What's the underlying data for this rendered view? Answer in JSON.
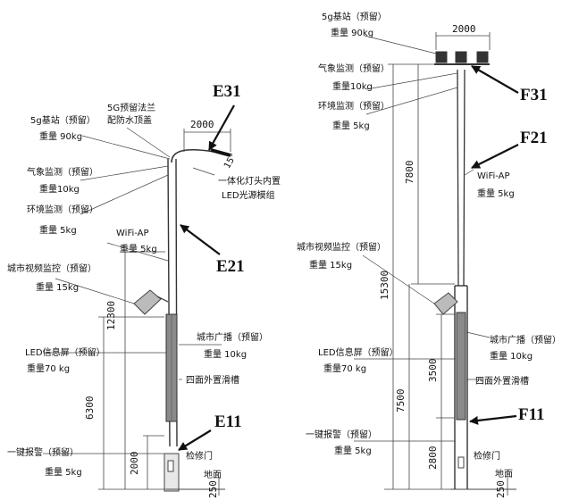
{
  "left": {
    "tag_top": "E31",
    "tag_mid": "E21",
    "tag_bot": "E11",
    "arm_span": "2000",
    "angle": "15°",
    "flange_1": "5G预留法兰",
    "flange_2": "配防水顶盖",
    "lamp_1": "一体化灯头内置",
    "lamp_2": "LED光源模组",
    "base5g_1": "5g基站（预留）",
    "base5g_2": "重量 90kg",
    "weather_1": "气象监测（预留）",
    "weather_2": "重量10kg",
    "env_1": "环境监测（预留）",
    "env_2": "重量 5kg",
    "wifi_1": "WiFi-AP",
    "wifi_2": "重量 5kg",
    "video_1": "城市视频监控（预留）",
    "video_2": "重量 15kg",
    "led_1": "LED信息屏（预留）",
    "led_2": "重量70 kg",
    "broadcast_1": "城市广播（预留）",
    "broadcast_2": "重量 10kg",
    "slot": "四面外置滑槽",
    "alarm_1": "一键报警（预留）",
    "alarm_2": "重量 5kg",
    "door": "检修门",
    "ground": "地面",
    "dim_12300": "12300",
    "dim_6300": "6300",
    "dim_2000": "2000",
    "dim_250": "250"
  },
  "right": {
    "tag_top": "F31",
    "tag_mid": "F21",
    "tag_bot": "F11",
    "arm_span": "2000",
    "base5g_1": "5g基站（预留）",
    "base5g_2": "重量 90kg",
    "weather_1": "气象监测（预留）",
    "weather_2": "重量10kg",
    "env_1": "环境监测（预留）",
    "env_2": "重量 5kg",
    "wifi_1": "WiFi-AP",
    "wifi_2": "重量 5kg",
    "video_1": "城市视频监控（预留）",
    "video_2": "重量 15kg",
    "led_1": "LED信息屏（预留）",
    "led_2": "重量70 kg",
    "broadcast_1": "城市广播（预留）",
    "broadcast_2": "重量 10kg",
    "slot": "四面外置滑槽",
    "alarm_1": "一键报警（预留）",
    "alarm_2": "重量 5kg",
    "door": "检修门",
    "ground": "地面",
    "dim_15300": "15300",
    "dim_7800": "7800",
    "dim_7500": "7500",
    "dim_3500": "3500",
    "dim_2800": "2800",
    "dim_250": "250"
  }
}
